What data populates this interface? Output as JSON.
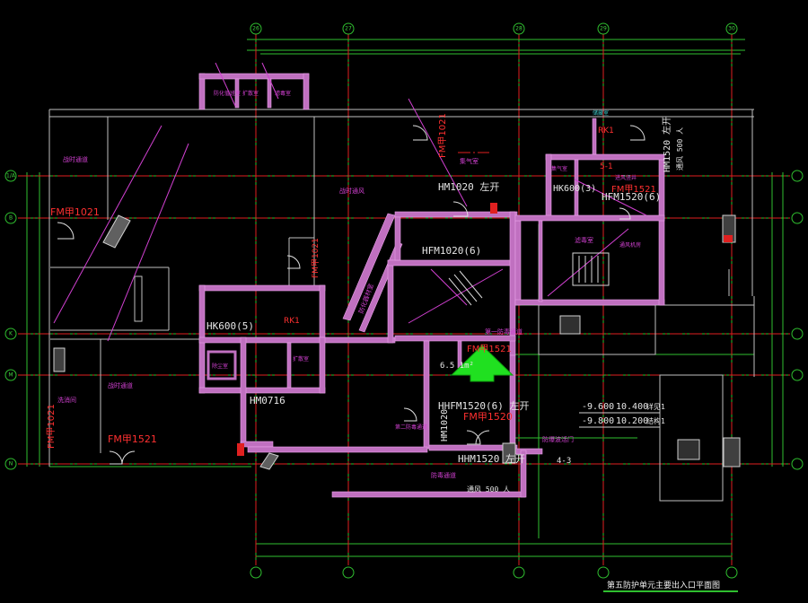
{
  "drawing": {
    "title": "第五防护单元主要出入口平面图",
    "axis_bubbles_top": [
      "26",
      "27",
      "28",
      "29",
      "30"
    ],
    "axis_bubbles_left": [
      "1/A",
      "B",
      "K",
      "M",
      "N"
    ],
    "door_labels": {
      "fm1021_left": "FM甲1021",
      "fm1021_lower": "FM甲1021",
      "fm1521": "FM甲1521",
      "fm1021_top": "FM甲1021",
      "hm1020_left": "HM1020 左开",
      "hfm1020": "HFM1020(6)",
      "hk600_5": "HK600(5)",
      "rk1_mid": "RK1",
      "hm0716": "HM0716",
      "fm1521_mid": "FM甲1521",
      "hhfm1520": "HHFM1520(6) 左开",
      "fm1520": "FM甲1520",
      "hm1020_v": "HM1020",
      "hhm1520": "HHM1520 左开",
      "hk600_3": "HK600(3)",
      "hfm1520": "HFM1520(6)",
      "hm1520_right": "HM1520 左开",
      "rk1_top": "RK1",
      "fm1521_v": "FM甲1521",
      "qty1": "通风 500 人",
      "qty2": "通风 500 人",
      "opening_51": "5-1",
      "opening_43": "4-3",
      "area": "6.5 1m²"
    },
    "elevations": {
      "line1_a": "-9.600",
      "line1_b": "10.400",
      "line1_c": "详见1",
      "line2_a": "-9.800",
      "line2_b": "10.200",
      "line2_c": "结构1"
    },
    "room_labels": {
      "r1": "战时通道",
      "r2": "防化值班室",
      "r3": "扩散室",
      "r4": "滤毒室",
      "r5": "集气室",
      "r6": "战时通风",
      "r7": "防化器材室",
      "r8": "战时通道",
      "r9": "洗消间",
      "r10": "第一防毒通道",
      "r11": "防毒通道",
      "r12": "扩散室",
      "r13": "除尘室",
      "r14": "滤毒室",
      "r15": "进风竖井",
      "r16": "防爆波活门",
      "r17": "通风机房",
      "r18": "集气室",
      "r19": "第二防毒通道",
      "r20": "储藏室"
    },
    "colors": {
      "grid_green": "#2fbf2f",
      "axis_red": "#e02020",
      "wall_magenta": "#c070c0",
      "arrow_green": "#20e020",
      "text_white": "#e6e6e6"
    }
  }
}
